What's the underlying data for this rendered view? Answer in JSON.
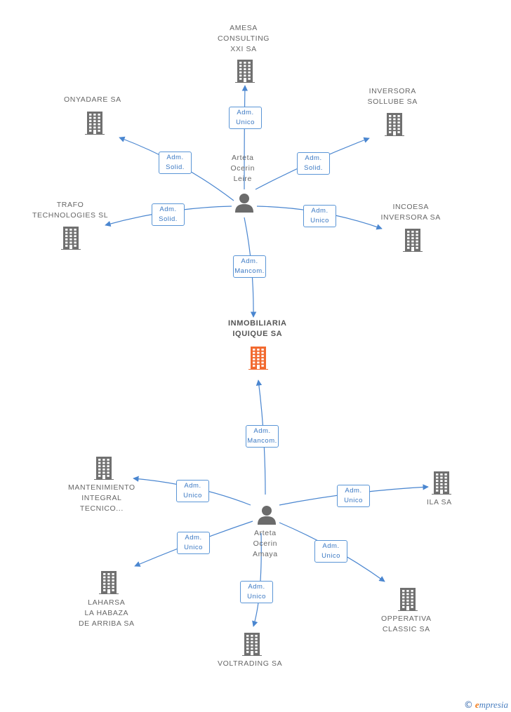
{
  "colors": {
    "edge": "#4a86d0",
    "company": "#707070",
    "center": "#f26a30",
    "person": "#6b6b6b",
    "role_border": "#5a95d6",
    "role_text": "#3a78c3"
  },
  "center": {
    "lines": [
      "INMOBILIARIA",
      "IQUIQUE SA"
    ],
    "icon": "building-icon"
  },
  "persons": [
    {
      "id": "leire",
      "lines": [
        "Arteta",
        "Ocerin",
        "Leire"
      ],
      "icon": "person-icon"
    },
    {
      "id": "amaya",
      "lines": [
        "Arteta",
        "Ocerin",
        "Amaya"
      ],
      "icon": "person-icon"
    }
  ],
  "companies": [
    {
      "id": "amesa",
      "lines": [
        "AMESA",
        "CONSULTING",
        "XXI SA"
      ],
      "icon": "building-icon"
    },
    {
      "id": "onyadare",
      "lines": [
        "ONYADARE SA"
      ],
      "icon": "building-icon"
    },
    {
      "id": "inversora_sollube",
      "lines": [
        "INVERSORA",
        "SOLLUBE SA"
      ],
      "icon": "building-icon"
    },
    {
      "id": "trafo",
      "lines": [
        "TRAFO",
        "TECHNOLOGIES SL"
      ],
      "icon": "building-icon"
    },
    {
      "id": "incoesa",
      "lines": [
        "INCOESA",
        "INVERSORA SA"
      ],
      "icon": "building-icon"
    },
    {
      "id": "mantenimiento",
      "lines": [
        "MANTENIMIENTO",
        "INTEGRAL",
        "TECNICO..."
      ],
      "icon": "building-icon"
    },
    {
      "id": "ila",
      "lines": [
        "ILA SA"
      ],
      "icon": "building-icon"
    },
    {
      "id": "laharsa",
      "lines": [
        "LAHARSA",
        "LA HABAZA",
        "DE ARRIBA SA"
      ],
      "icon": "building-icon"
    },
    {
      "id": "opperativa",
      "lines": [
        "OPPERATIVA",
        "CLASSIC SA"
      ],
      "icon": "building-icon"
    },
    {
      "id": "voltrading",
      "lines": [
        "VOLTRADING SA"
      ],
      "icon": "building-icon"
    }
  ],
  "roles": [
    {
      "from": "leire",
      "to": "amesa",
      "lines": [
        "Adm.",
        "Unico"
      ]
    },
    {
      "from": "leire",
      "to": "onyadare",
      "lines": [
        "Adm.",
        "Solid."
      ]
    },
    {
      "from": "leire",
      "to": "inversora_sollube",
      "lines": [
        "Adm.",
        "Solid."
      ]
    },
    {
      "from": "leire",
      "to": "trafo",
      "lines": [
        "Adm.",
        "Solid."
      ]
    },
    {
      "from": "leire",
      "to": "incoesa",
      "lines": [
        "Adm.",
        "Unico"
      ]
    },
    {
      "from": "leire",
      "to": "center",
      "lines": [
        "Adm.",
        "Mancom."
      ]
    },
    {
      "from": "amaya",
      "to": "center",
      "lines": [
        "Adm.",
        "Mancom."
      ]
    },
    {
      "from": "amaya",
      "to": "mantenimiento",
      "lines": [
        "Adm.",
        "Unico"
      ]
    },
    {
      "from": "amaya",
      "to": "ila",
      "lines": [
        "Adm.",
        "Unico"
      ]
    },
    {
      "from": "amaya",
      "to": "laharsa",
      "lines": [
        "Adm.",
        "Unico"
      ]
    },
    {
      "from": "amaya",
      "to": "opperativa",
      "lines": [
        "Adm.",
        "Unico"
      ]
    },
    {
      "from": "amaya",
      "to": "voltrading",
      "lines": [
        "Adm.",
        "Unico"
      ]
    }
  ],
  "footer": {
    "copyright": "©",
    "brand_initial": "e",
    "brand_rest": "mpresia"
  }
}
